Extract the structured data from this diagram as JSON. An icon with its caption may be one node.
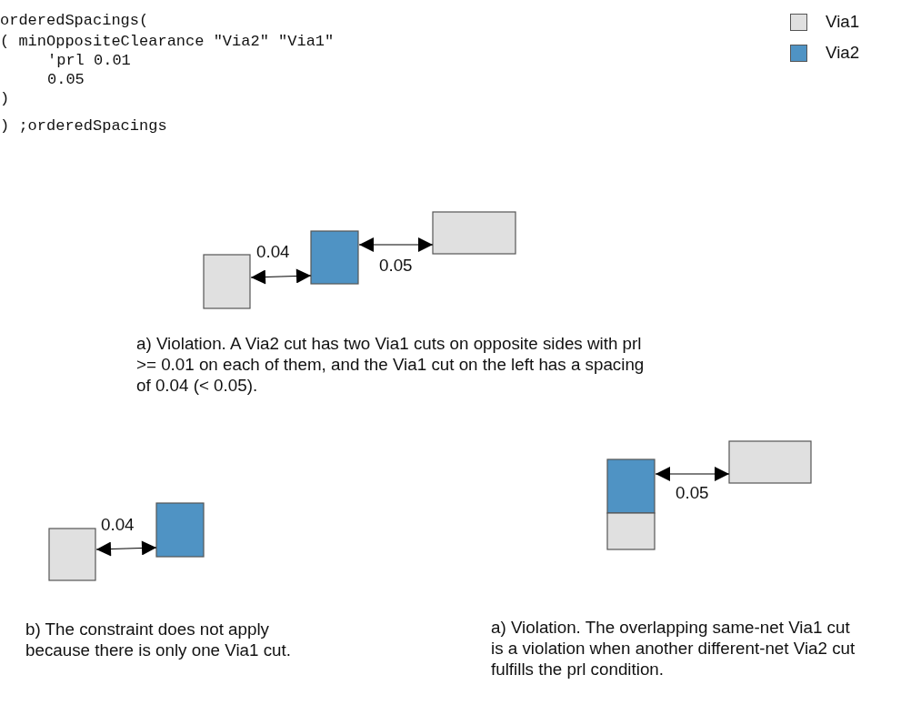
{
  "diagram": {
    "labels": [
      "orderedSpacings(",
      "( minOppositeClearance \"Via2\" \"Via1\"",
      "'prl 0.01",
      "0.05",
      ")",
      ") ;orderedSpacings",
      "0.04",
      "0.05",
      "a) Violation. A Via2 cut has two Via1 cuts on opposite sides with prl >= 0.01 on each of them, and the Via1 cut on the left has a spacing of 0.04 (< 0.05).",
      "0.04",
      "b) The constraint does not apply because there is only one Via1 cut.",
      "0.05",
      "a) Violation. The overlapping same-net Via1 cut is a violation when another different-net Via2 cut fulfills the prl condition."
    ],
    "legend": [
      {
        "text": "Via1",
        "color": "#e0e0e0"
      },
      {
        "text": "Via2",
        "color": "#4f93c4"
      }
    ]
  }
}
